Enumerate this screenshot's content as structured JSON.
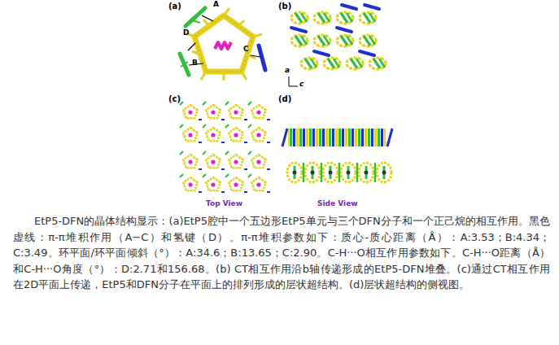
{
  "diagram": {
    "caption": "EtP5-DFN的晶体结构显示：(a)EtP5腔中一个五边形EtP5单元与三个DFN分子和一个正己烷的相互作用。黑色虚线：π-π堆积作用（A−C）和氢键（D）。π-π堆积参数如下：质心-质心距离（Å）：A:3.53；B:4.34；C:3.49。环平面/环平面倾斜（°）：A:34.6；B:13.65；C:2.90。C-H···O相互作用参数如下。C-H···O距离（Å）和C-H···O角度（°）：D:2.71和156.68。(b) CT相互作用沿b轴传递形成的EtP5-DFN堆叠。(c)通过CT相互作用在2D平面上传递，EtP5和DFN分子在平面上的排列形成的层状超结构。(d)层状超结构的侧视图。",
    "labels": [
      "(a)",
      "A",
      "D",
      "B",
      "C",
      "(b)",
      "a",
      "c",
      "(c)",
      "(d)",
      "Top View",
      "Side View"
    ]
  }
}
